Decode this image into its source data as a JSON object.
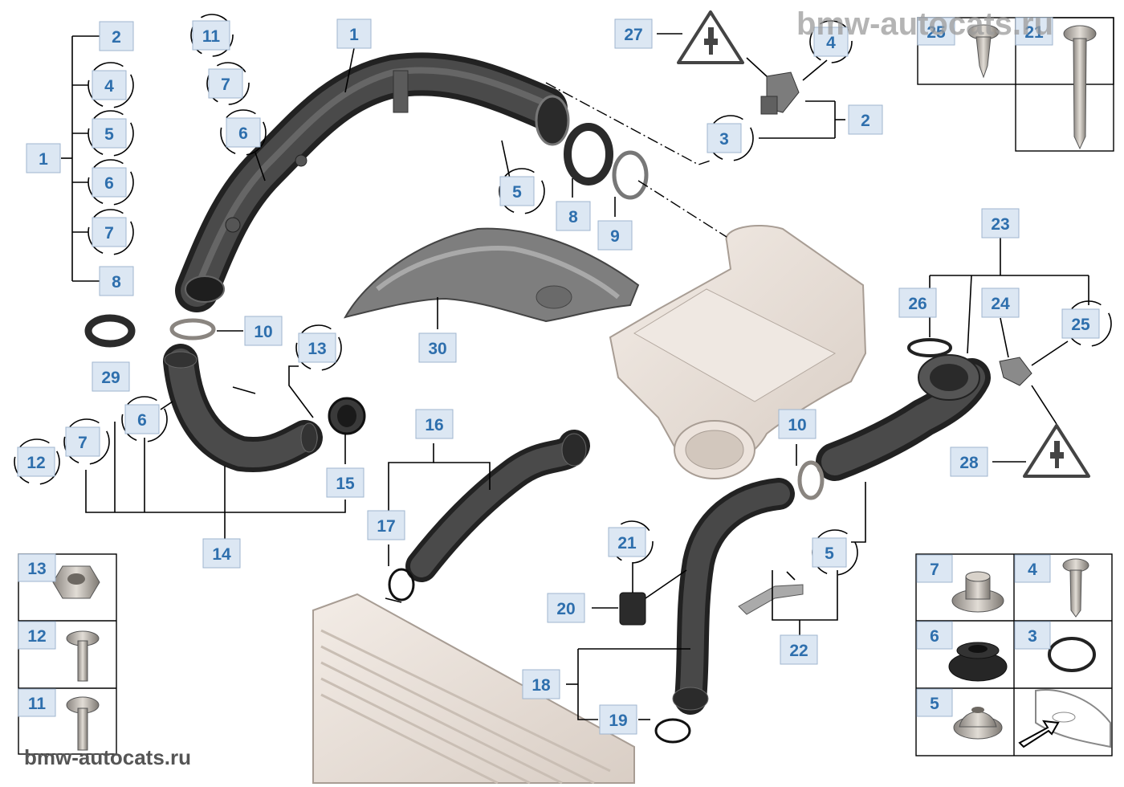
{
  "watermark": {
    "top": "bmw-autocats.ru",
    "bottom": "bmw-autocats.ru"
  },
  "callouts": {
    "c1a": "1",
    "c1b": "1",
    "c2a": "2",
    "c2b": "2",
    "c3": "3",
    "c3k": "3",
    "c4a": "4",
    "c4b": "4",
    "c4k": "4",
    "c5a": "5",
    "c5b": "5",
    "c5c": "5",
    "c5k": "5",
    "c6a": "6",
    "c6b": "6",
    "c6c": "6",
    "c6k": "6",
    "c7a": "7",
    "c7b": "7",
    "c7c": "7",
    "c7k": "7",
    "c8a": "8",
    "c8b": "8",
    "c9": "9",
    "c10a": "10",
    "c10b": "10",
    "c11": "11",
    "c11k": "11",
    "c12": "12",
    "c12k": "12",
    "c13": "13",
    "c13k": "13",
    "c14": "14",
    "c15": "15",
    "c16": "16",
    "c17": "17",
    "c18": "18",
    "c19": "19",
    "c20": "20",
    "c21": "21",
    "c21k": "21",
    "c22": "22",
    "c23": "23",
    "c24": "24",
    "c25": "25",
    "c25k": "25",
    "c26": "26",
    "c27": "27",
    "c28": "28",
    "c29": "29",
    "c30": "30"
  },
  "icons": {
    "warning": "warning-triangle-icon",
    "direction": "direction-arrow-icon"
  },
  "colors": {
    "callout_text": "#2e6fad",
    "callout_fill": "#dce7f3",
    "hose": "#3d3d3d",
    "housing": "#e6ddd6"
  }
}
